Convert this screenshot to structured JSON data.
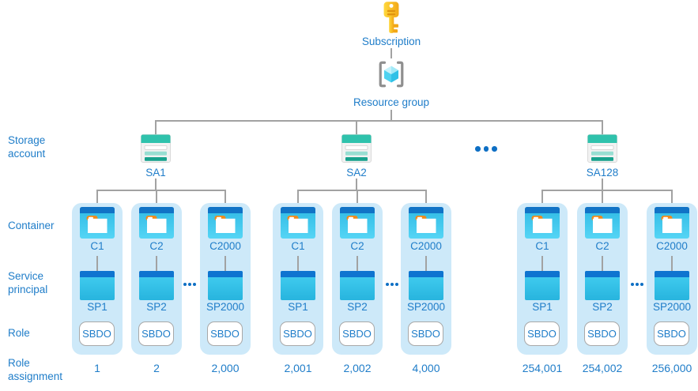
{
  "diagram": {
    "subscription_label": "Subscription",
    "resource_group_label": "Resource group"
  },
  "row_labels": {
    "storage_account": "Storage account",
    "container": "Container",
    "service_principal": "Service principal",
    "role": "Role",
    "role_assignment": "Role assignment"
  },
  "groups": [
    {
      "storage_account_label": "SA1",
      "columns": [
        {
          "container_label": "C1",
          "service_principal_label": "SP1",
          "role_label": "SBDO",
          "role_assignment": "1"
        },
        {
          "container_label": "C2",
          "service_principal_label": "SP2",
          "role_label": "SBDO",
          "role_assignment": "2"
        },
        {
          "container_label": "C2000",
          "service_principal_label": "SP2000",
          "role_label": "SBDO",
          "role_assignment": "2,000"
        }
      ]
    },
    {
      "storage_account_label": "SA2",
      "columns": [
        {
          "container_label": "C1",
          "service_principal_label": "SP1",
          "role_label": "SBDO",
          "role_assignment": "2,001"
        },
        {
          "container_label": "C2",
          "service_principal_label": "SP2",
          "role_label": "SBDO",
          "role_assignment": "2,002"
        },
        {
          "container_label": "C2000",
          "service_principal_label": "SP2000",
          "role_label": "SBDO",
          "role_assignment": "4,000"
        }
      ]
    },
    {
      "storage_account_label": "SA128",
      "columns": [
        {
          "container_label": "C1",
          "service_principal_label": "SP1",
          "role_label": "SBDO",
          "role_assignment": "254,001"
        },
        {
          "container_label": "C2",
          "service_principal_label": "SP2",
          "role_label": "SBDO",
          "role_assignment": "254,002"
        },
        {
          "container_label": "C2000",
          "service_principal_label": "SP2000",
          "role_label": "SBDO",
          "role_assignment": "256,000"
        }
      ]
    }
  ],
  "icons": {
    "subscription": "key-icon",
    "resource_group": "cube-in-brackets-icon",
    "storage_account": "table-rows-icon",
    "container": "window-folder-icon",
    "service_principal": "app-window-icon",
    "ellipsis": "three-dots"
  },
  "colors": {
    "label_blue": "#1f7dc9",
    "dots_blue": "#0e6fc4",
    "pill_bg": "#cde9f9",
    "line_gray": "#a2a2a2",
    "container_header_blue": "#1173c6",
    "container_body_cyan": "#35c4ec",
    "folder_tab_orange": "#ef8a1b",
    "sp_header_blue": "#0e74d0",
    "sp_body_cyan": "#33c3ea",
    "storage_teal": "#2fc2ac",
    "storage_teal_dark": "#18a28d",
    "key_yellow": "#ffd83d",
    "key_orange": "#f2a716",
    "cube_cyan": "#4ed2f0",
    "bracket_gray": "#8f8f8f"
  }
}
